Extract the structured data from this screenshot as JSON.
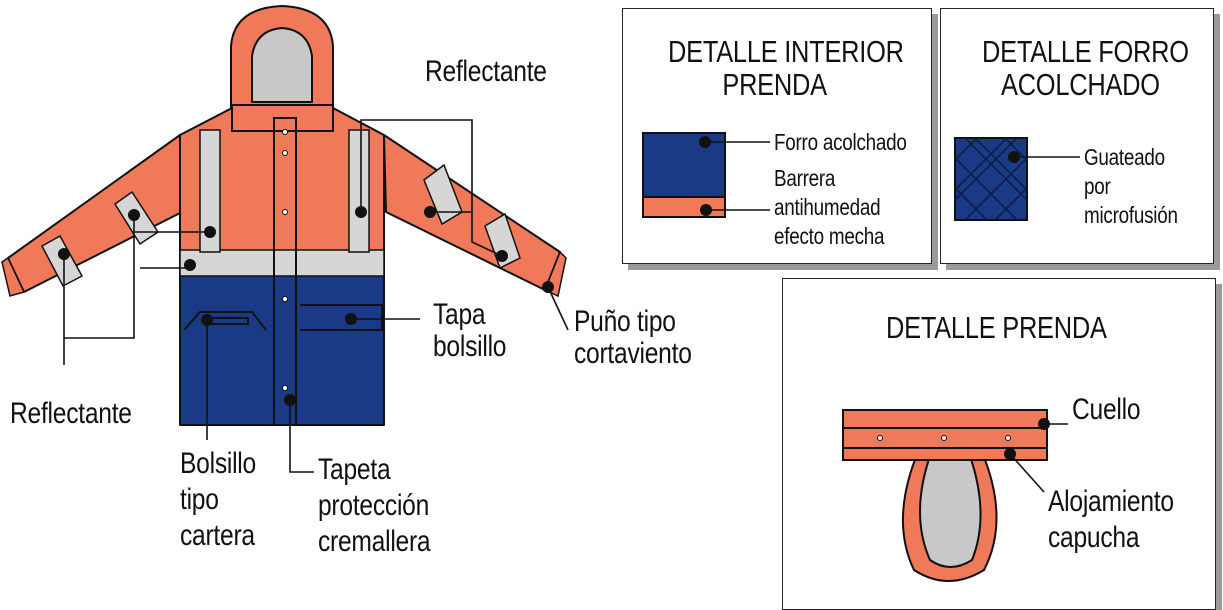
{
  "colors": {
    "orange": "#f0795a",
    "navy": "#1b3a85",
    "reflective_gray": "#d6d6d6",
    "outline": "#111111"
  },
  "labels": {
    "reflectante_top": "Reflectante",
    "reflectante_left": "Reflectante",
    "tapa_bolsillo": [
      "Tapa",
      "bolsillo"
    ],
    "puno": [
      "Puño tipo",
      "cortaviento"
    ],
    "bolsillo_cartera": [
      "Bolsillo",
      "tipo",
      "cartera"
    ],
    "tapeta": [
      "Tapeta",
      "protección",
      "cremallera"
    ]
  },
  "panel_interior": {
    "title": [
      "DETALLE INTERIOR",
      "PRENDA"
    ],
    "forro": "Forro acolchado",
    "barrera": [
      "Barrera",
      "antihumedad",
      "efecto mecha"
    ]
  },
  "panel_forro": {
    "title": [
      "DETALLE FORRO",
      "ACOLCHADO"
    ],
    "guateado": [
      "Guateado",
      "por",
      "microfusión"
    ]
  },
  "panel_prenda": {
    "title": "DETALLE PRENDA",
    "cuello": "Cuello",
    "alojamiento": [
      "Alojamiento",
      "capucha"
    ]
  }
}
